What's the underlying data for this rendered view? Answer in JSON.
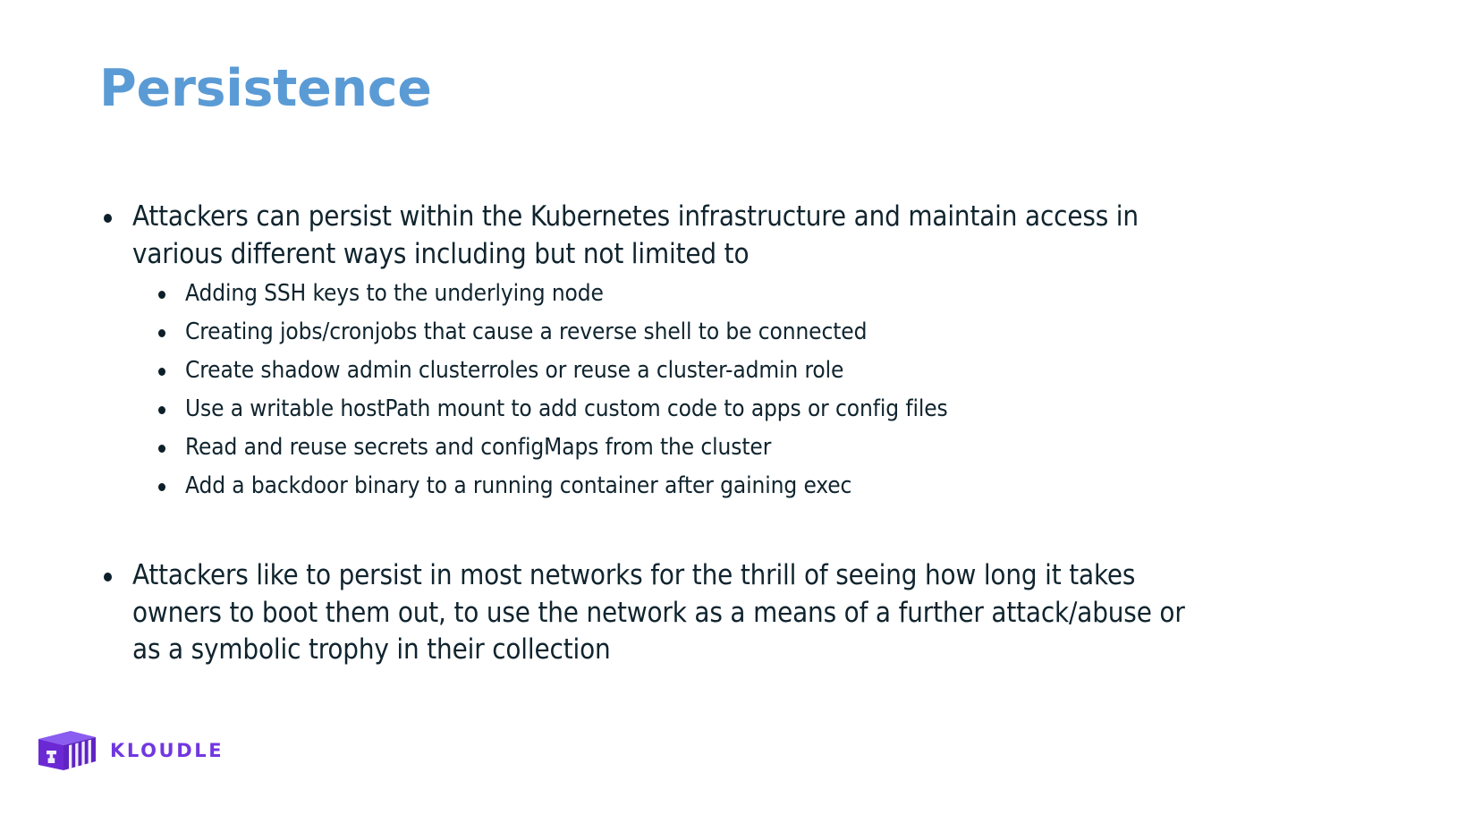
{
  "slide": {
    "title": "Persistence",
    "title_color": "#5b9bd5",
    "background_color": "#ffffff",
    "body_text_color": "#10242e"
  },
  "content": {
    "bullets": [
      {
        "text": "Attackers can persist within the Kubernetes infrastructure and maintain access in various different ways including but not limited to",
        "sub_bullets": [
          "Adding SSH keys to the underlying node",
          "Creating jobs/cronjobs that cause a reverse shell to be connected",
          "Create shadow admin clusterroles or reuse a cluster-admin role",
          "Use a writable hostPath mount to add custom code to apps or config files",
          "Read and reuse secrets and configMaps from the cluster",
          "Add a backdoor binary to a running container after gaining exec"
        ]
      },
      {
        "text": "Attackers like to persist in most networks for the thrill of seeing how long it takes owners to boot them out, to use the network as a means of a further attack/abuse or as a symbolic trophy in their collection",
        "sub_bullets": []
      }
    ]
  },
  "footer": {
    "logo_icon": "shipping-container-icon",
    "brand_name": "KLOUDLE",
    "brand_color": "#7137e0",
    "logo_colors": {
      "front_face": "#6b29d4",
      "side_face": "#5f23c4",
      "top_face": "#8b5cf0",
      "ribs": "#f2eefb"
    }
  }
}
